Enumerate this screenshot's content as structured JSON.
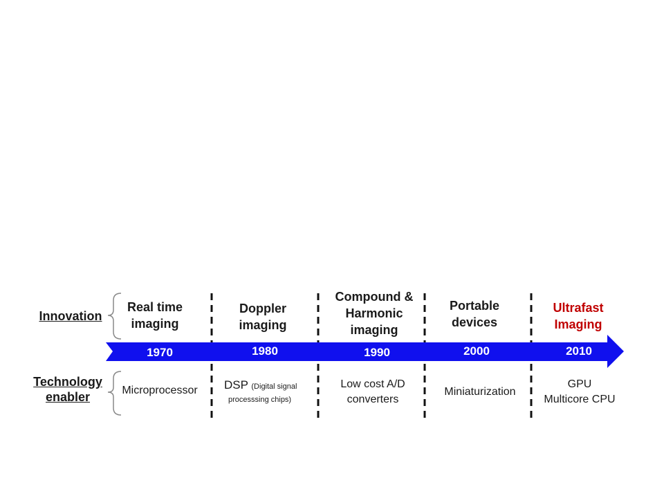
{
  "rows": {
    "innovation_label": "Innovation",
    "technology_label_line1": "Technology",
    "technology_label_line2": "enabler"
  },
  "periods": [
    {
      "year": "1970",
      "innovation": [
        "Real time",
        "imaging"
      ],
      "technology": [
        "Microprocessor"
      ]
    },
    {
      "year": "1980",
      "innovation": [
        "Doppler",
        "imaging"
      ],
      "technology": [
        "DSP",
        "(Digital signal",
        "processsing chips)"
      ]
    },
    {
      "year": "1990",
      "innovation": [
        "Compound &",
        "Harmonic",
        "imaging"
      ],
      "technology": [
        "Low cost A/D",
        "converters"
      ]
    },
    {
      "year": "2000",
      "innovation": [
        "Portable",
        "devices"
      ],
      "technology": [
        "Miniaturization"
      ]
    },
    {
      "year": "2010",
      "innovation": [
        "Ultrafast",
        "Imaging"
      ],
      "technology": [
        "GPU",
        "Multicore CPU"
      ]
    }
  ],
  "colors": {
    "arrow": "#1010ee",
    "highlight": "#c00000",
    "text": "#1a1a1a",
    "divider": "#111111"
  }
}
